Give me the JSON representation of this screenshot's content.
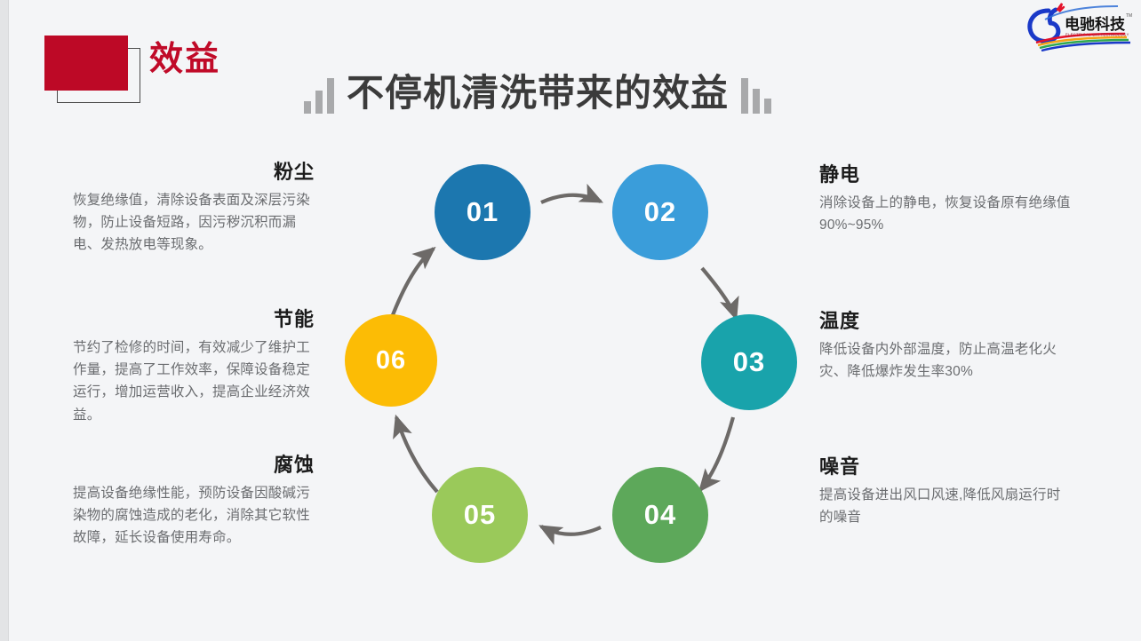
{
  "slide": {
    "background_color": "#f4f5f7",
    "badge": {
      "square_color": "#bd0926",
      "label": "效益"
    },
    "title": "不停机清洗带来的效益",
    "logo": {
      "name_cn": "电驰科技",
      "name_en": "ELECTRICAL CHI TECHNOLOGY",
      "trademark": "TM"
    }
  },
  "diagram": {
    "type": "cycle",
    "nodes": [
      {
        "id": "01",
        "label": "01",
        "color": "#1c77af"
      },
      {
        "id": "02",
        "label": "02",
        "color": "#3a9dda"
      },
      {
        "id": "03",
        "label": "03",
        "color": "#19a3ab"
      },
      {
        "id": "04",
        "label": "04",
        "color": "#5da85a"
      },
      {
        "id": "05",
        "label": "05",
        "color": "#9ac css"
      },
      {
        "id": "06",
        "label": "06",
        "color": "#fcbc05"
      }
    ],
    "arrow_color": "#6d6a68"
  },
  "blocks": {
    "dust": {
      "title": "粉尘",
      "body": "恢复绝缘值，清除设备表面及深层污染物，防止设备短路，因污秽沉积而漏电、发热放电等现象。"
    },
    "energy": {
      "title": "节能",
      "body": "节约了检修的时间，有效减少了维护工作量，提高了工作效率，保障设备稳定运行，增加运营收入，提高企业经济效益。"
    },
    "corrosion": {
      "title": "腐蚀",
      "body": "提高设备绝缘性能，预防设备因酸碱污染物的腐蚀造成的老化，消除其它软性故障，延长设备使用寿命。"
    },
    "static": {
      "title": "静电",
      "body": "消除设备上的静电，恢复设备原有绝缘值90%~95%"
    },
    "temperature": {
      "title": "温度",
      "body": "降低设备内外部温度，防止高温老化火灾、降低爆炸发生率30%"
    },
    "noise": {
      "title": "噪音",
      "body": "提高设备进出风口风速,降低风扇运行时的噪音"
    }
  }
}
